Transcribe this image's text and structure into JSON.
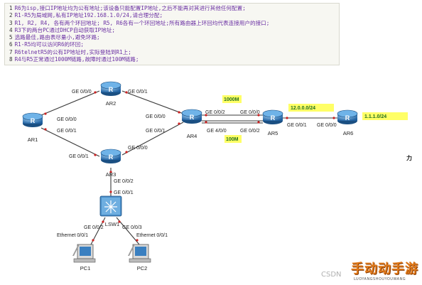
{
  "notes": [
    {
      "num": "1",
      "text": "R6为isp,接口IP地址均为公有地址;该设备只能配置IP地址,之后不能再对其进行其他任何配置;"
    },
    {
      "num": "2",
      "text": "R1-R5为局域网,私有IP地址192.168.1.0/24,请合理分配;"
    },
    {
      "num": "3",
      "text": "R1, R2, R4, 各有两个环回地址; R5, R6各有一个环回地址;所有路由器上环回均代表连接用户的接口;"
    },
    {
      "num": "4",
      "text": "R3下的两台PC通过DHCP自动获取IP地址;"
    },
    {
      "num": "5",
      "text": "选路最佳,路由表尽量小,避免环路;"
    },
    {
      "num": "6",
      "text": "R1-R5均可以访问R6的环回;"
    },
    {
      "num": "7",
      "text": "R6telnetR5的公有IP地址时,实际登陆到R1上;"
    },
    {
      "num": "8",
      "text": "R4与R5正常通过1000M链路,故障时通过100M链路;"
    }
  ],
  "devices": {
    "ar1": "AR1",
    "ar2": "AR2",
    "ar3": "AR3",
    "ar4": "AR4",
    "ar5": "AR5",
    "ar6": "AR6",
    "lsw1": "LSW1",
    "pc1": "PC1",
    "pc2": "PC2"
  },
  "ports": {
    "ar2_left": "GE 0/0/0",
    "ar2_right": "GE 0/0/1",
    "ar1_top": "GE 0/0/0",
    "ar1_bottom": "GE 0/0/1",
    "ar4_top_left": "GE 0/0/0",
    "ar4_bottom_left": "GE 0/0/1",
    "ar4_right_top": "GE 0/0/2",
    "ar4_right_bottom": "GE 4/0/0",
    "ar5_left_top": "GE 0/0/0",
    "ar5_left_bottom": "GE 0/0/2",
    "ar5_right": "GE 0/0/1",
    "ar6_left": "GE 0/0/0",
    "ar3_left": "GE 0/0/1",
    "ar3_right": "GE 0/0/0",
    "ar3_bottom": "GE 0/0/2",
    "lsw1_top": "GE 0/0/1",
    "lsw1_left": "GE 0/0/2",
    "lsw1_right": "GE 0/0/3",
    "pc1_port": "Ethernet 0/0/1",
    "pc2_port": "Ethernet 0/0/1"
  },
  "links": {
    "top_speed": "1000M",
    "bottom_speed": "100M",
    "r5_r6_net": "12.0.0.0/24",
    "r6_loopback": "1.1.1.0/24"
  },
  "watermark": {
    "csdn": "CSDN",
    "site": "手动动手游",
    "site_sub": "LUOYANGSHOUYOUWANG"
  },
  "corner_text": "力",
  "colors": {
    "note_text": "#6a2fa3",
    "link_line": "#3a3a3a",
    "highlight": "#ffff66",
    "highlight_text": "#1f6e1f",
    "router": "#2a78b8"
  }
}
